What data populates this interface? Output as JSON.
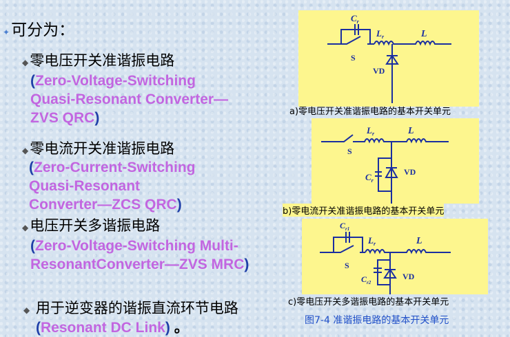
{
  "heading": "可分为：",
  "items": [
    {
      "cn": "零电压开关准谐振电路",
      "open": "(",
      "en": [
        "Zero-Voltage-Switching",
        "Quasi-Resonant Converter—",
        "ZVS QRC"
      ],
      "close": ")"
    },
    {
      "cn": "零电流开关准谐振电路",
      "open": "(",
      "en": [
        "Zero-Current-Switching",
        "Quasi-Resonant",
        "Converter—ZCS QRC"
      ],
      "close": ")"
    },
    {
      "cn": "电压开关多谐振电路",
      "open": "(",
      "en": [
        "Zero-Voltage-Switching Multi-",
        "ResonantConverter—ZVS MRC"
      ],
      "close": ")"
    },
    {
      "cn": "用于逆变器的谐振直流环节电路",
      "open": "(",
      "en": [
        "Resonant DC Link"
      ],
      "close": ")",
      "tail": "。"
    }
  ],
  "figures": {
    "a": {
      "caption": "a)零电压开关准谐振电路的基本开关单元",
      "labels": {
        "cr": "C",
        "cr_sub": "r",
        "lr": "L",
        "lr_sub": "r",
        "l": "L",
        "s": "S",
        "vd": "VD"
      }
    },
    "b": {
      "caption": "b)零电流开关准谐振电路的基本开关单元",
      "labels": {
        "cr": "C",
        "cr_sub": "r",
        "lr": "L",
        "lr_sub": "r",
        "l": "L",
        "s": "S",
        "vd": "VD"
      }
    },
    "c": {
      "caption": "c)零电压开关多谐振电路的基本开关单元",
      "labels": {
        "cr1": "C",
        "cr1_sub": "r1",
        "cr2": "C",
        "cr2_sub": "r2",
        "lr": "L",
        "lr_sub": "r",
        "l": "L",
        "s": "S",
        "vd": "VD"
      }
    },
    "title": "图7-4  准谐振电路的基本开关单元"
  },
  "colors": {
    "english": "#c266e0",
    "paren": "#1f3fa8",
    "circuit": "#1a2ea0",
    "box": "#fdf68e"
  }
}
